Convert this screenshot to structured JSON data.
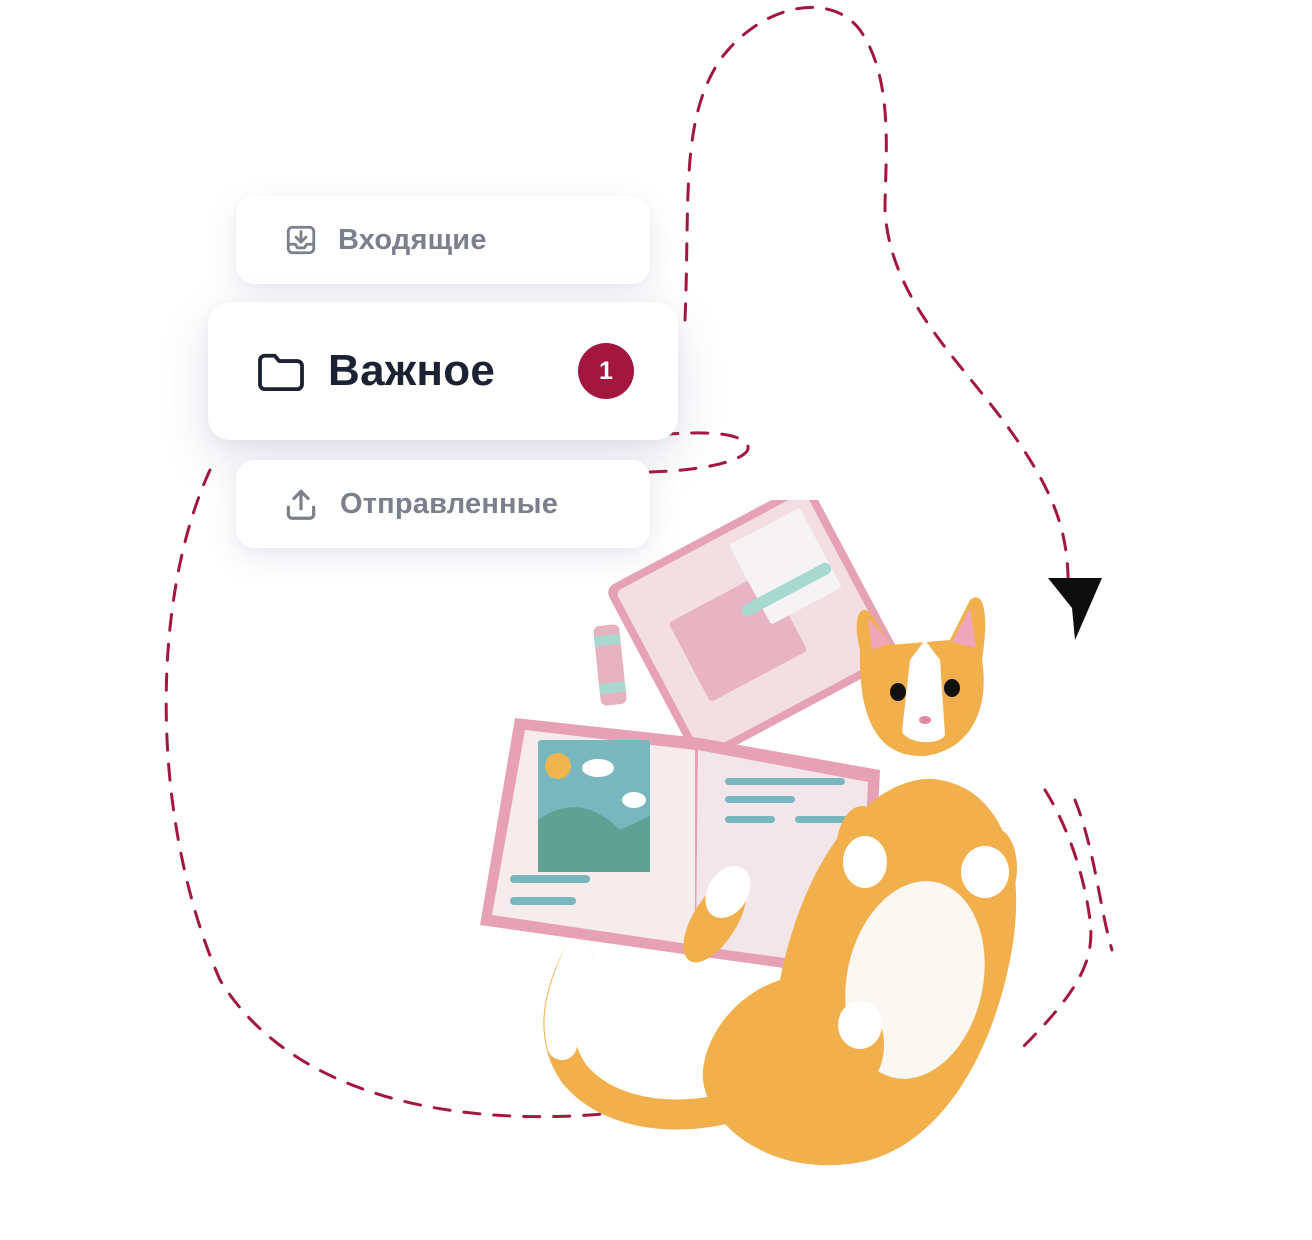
{
  "menu": {
    "inbox": {
      "label": "Входящие",
      "icon": "inbox-download-icon"
    },
    "important": {
      "label": "Важное",
      "icon": "folder-icon",
      "badge": "1"
    },
    "sent": {
      "label": "Отправленные",
      "icon": "upload-icon"
    }
  },
  "colors": {
    "accent": "#a3173e",
    "path": "#a3173e",
    "text_primary": "#1c2233",
    "text_muted": "#7c808c",
    "cat_orange": "#f1b04c",
    "notebook_pink": "#e6a2b4"
  }
}
